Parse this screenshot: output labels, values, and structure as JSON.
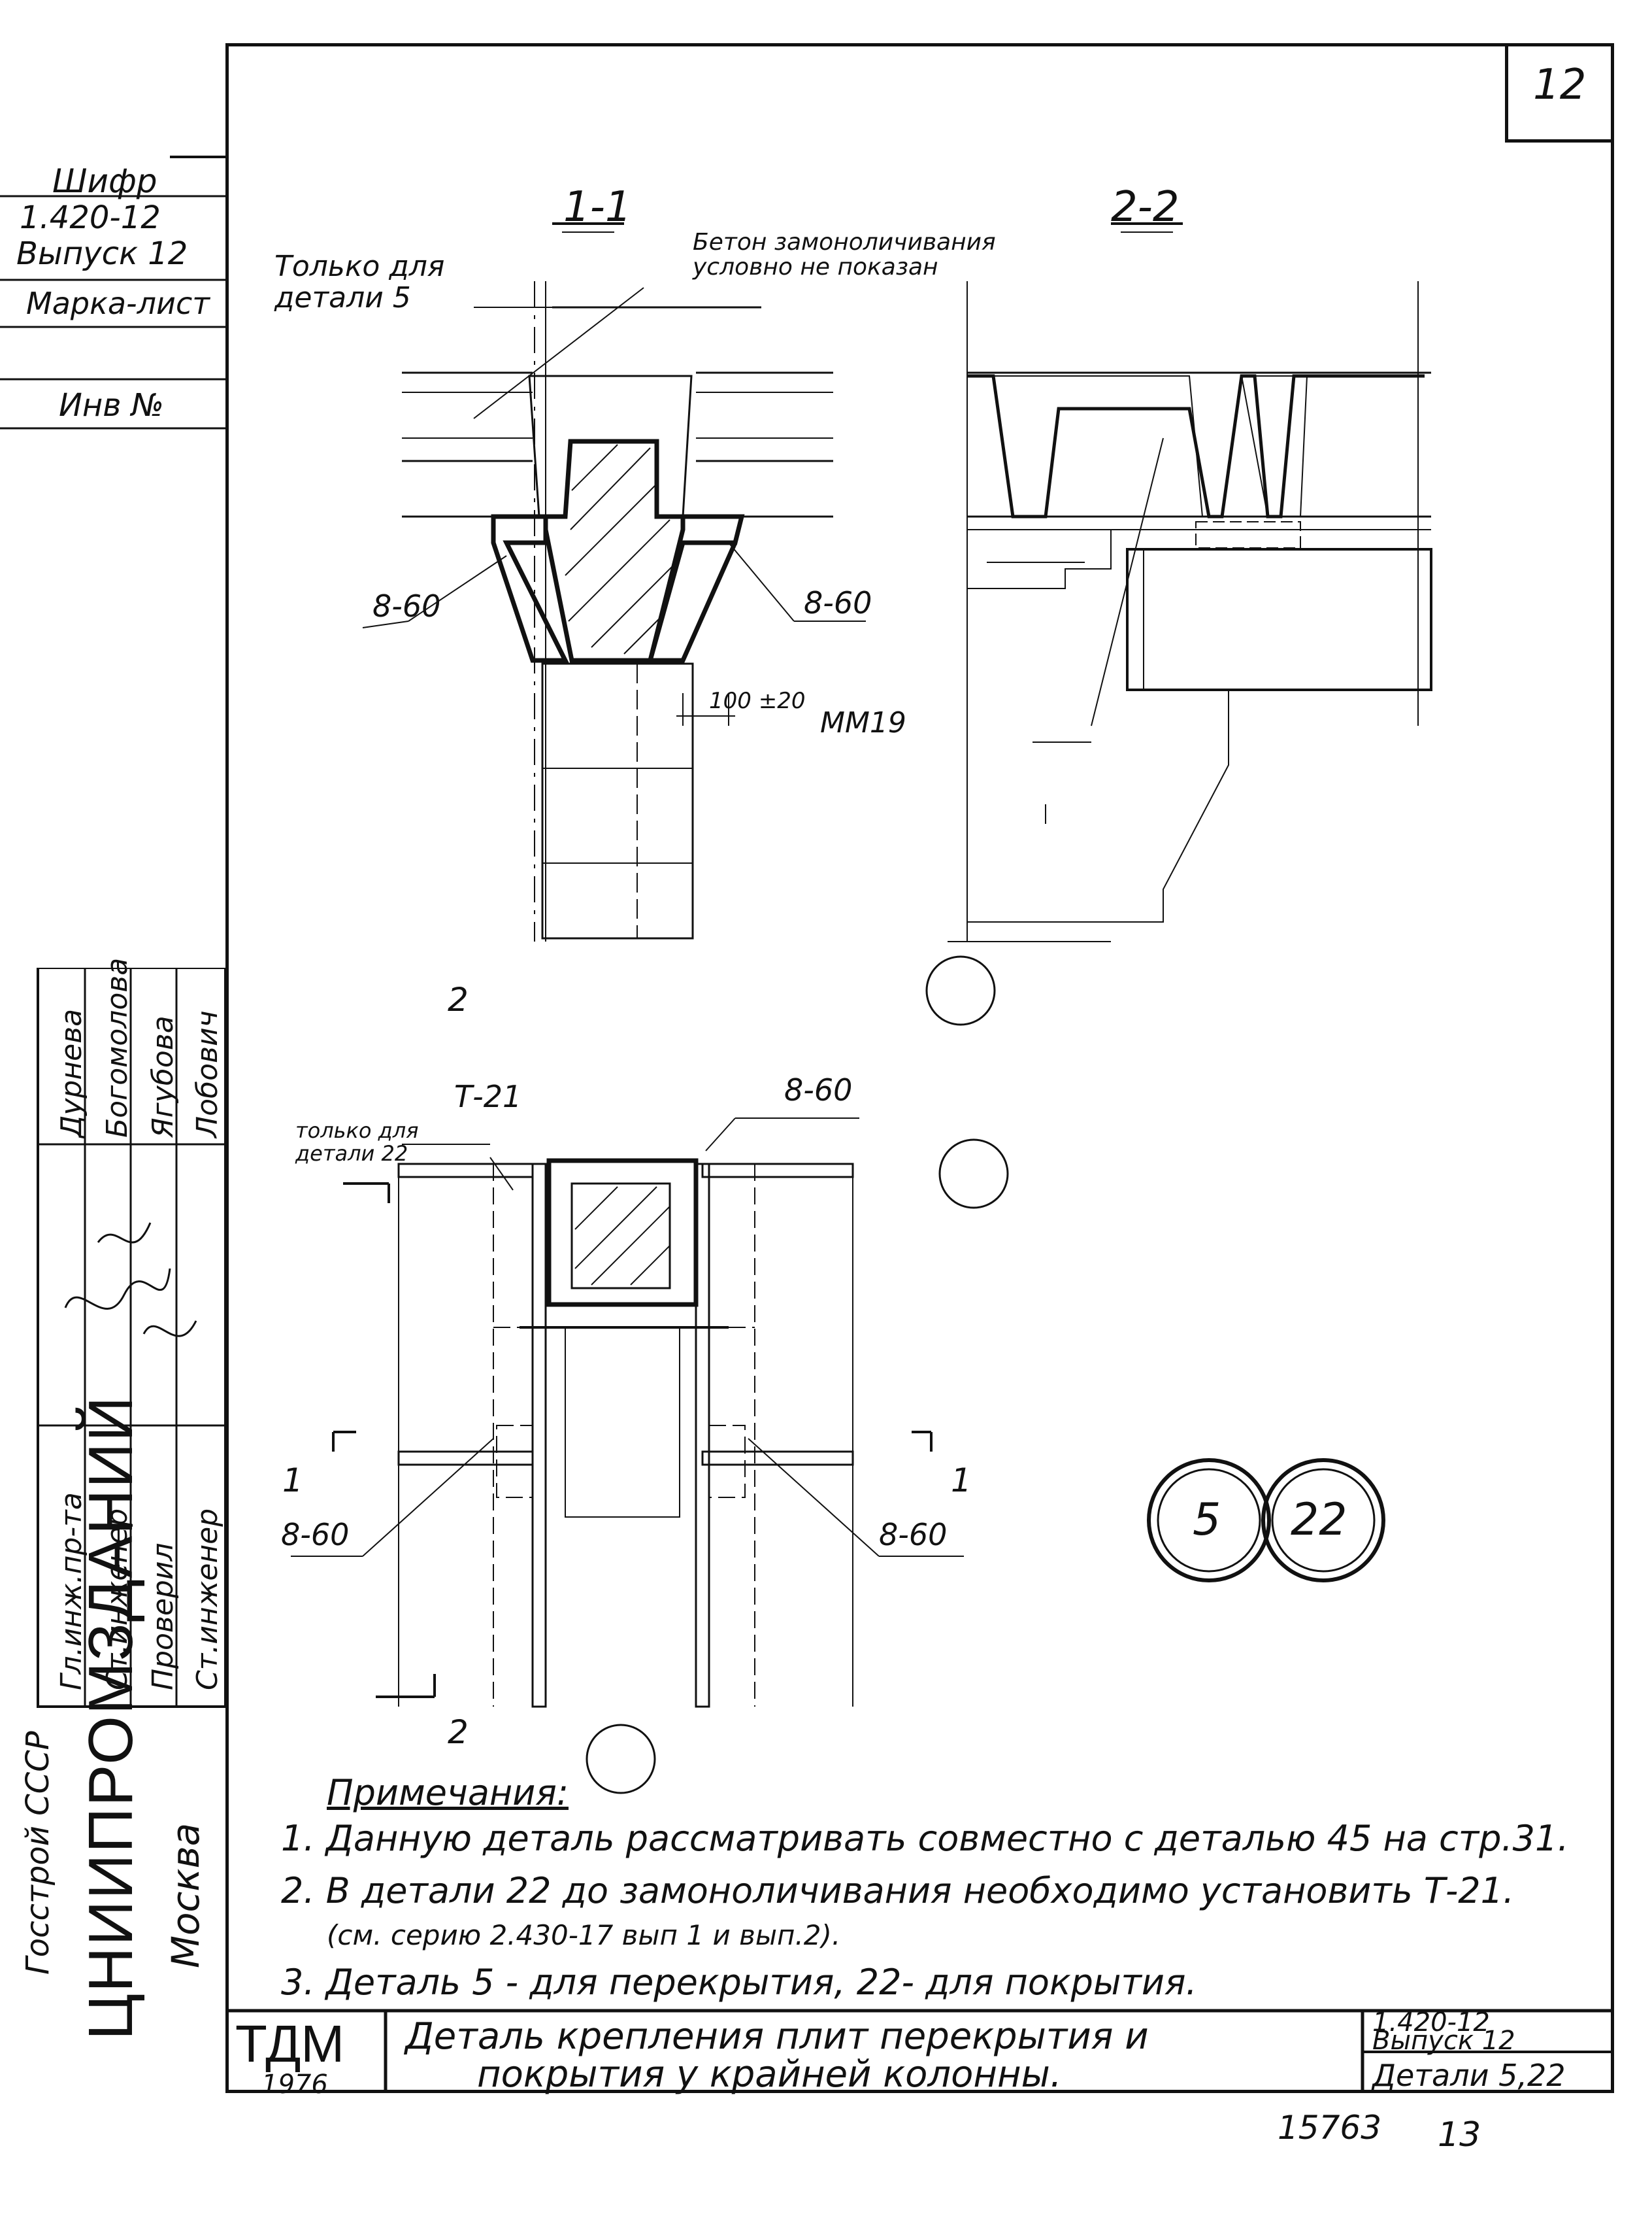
{
  "sheet_number": "12",
  "left_stamp": {
    "cipher_label": "Шифр",
    "series": "1.420-12",
    "issue": "Выпуск 12",
    "mark_sheet_label": "Марка-лист",
    "inv_label": "Инв №"
  },
  "signatures": {
    "roles": [
      "Гл.инж.пр-та",
      "Ст.инженер",
      "Проверил",
      "Ст.инженер"
    ],
    "names": [
      "Дурнева",
      "Богомолова",
      "Ягубова",
      "Лобович"
    ]
  },
  "organization": {
    "ministry": "Госстрой СССР",
    "name": "ЦНИИПРОМЗДАНИЙ",
    "city": "Москва"
  },
  "drawing": {
    "section_1_label": "1-1",
    "section_2_label": "2-2",
    "note_concrete": "Бетон замоноличивания условно не показан",
    "note_only_detail5_line1": "Только для",
    "note_only_detail5_line2": "детали 5",
    "note_only_detail22_line1": "только для",
    "note_only_detail22_line2": "детали 22",
    "weld_label": "8-60",
    "dimension_label": "100 ±20",
    "embedded_part": "ММ19",
    "tie_label": "Т-21",
    "cut_mark_1": "1",
    "cut_mark_2": "2",
    "detail_5": "5",
    "detail_22": "22"
  },
  "notes": {
    "heading": "Примечания:",
    "items": [
      "1. Данную деталь рассматривать совместно с деталью 45 на стр.31.",
      "2. В детали 22 до замоноличивания необходимо установить Т-21.",
      "(см. серию 2.430-17 вып 1 и вып.2).",
      "3. Деталь 5 - для перекрытия, 22- для покрытия."
    ]
  },
  "title_block": {
    "publisher": "ТДМ",
    "year": "1976",
    "title_line1": "Деталь крепления плит перекрытия и",
    "title_line2": "покрытия у крайней колонны.",
    "series": "1.420-12",
    "issue": "Выпуск 12",
    "details": "Детали 5,22"
  },
  "footer": {
    "inventory_number": "15763",
    "page": "13"
  }
}
